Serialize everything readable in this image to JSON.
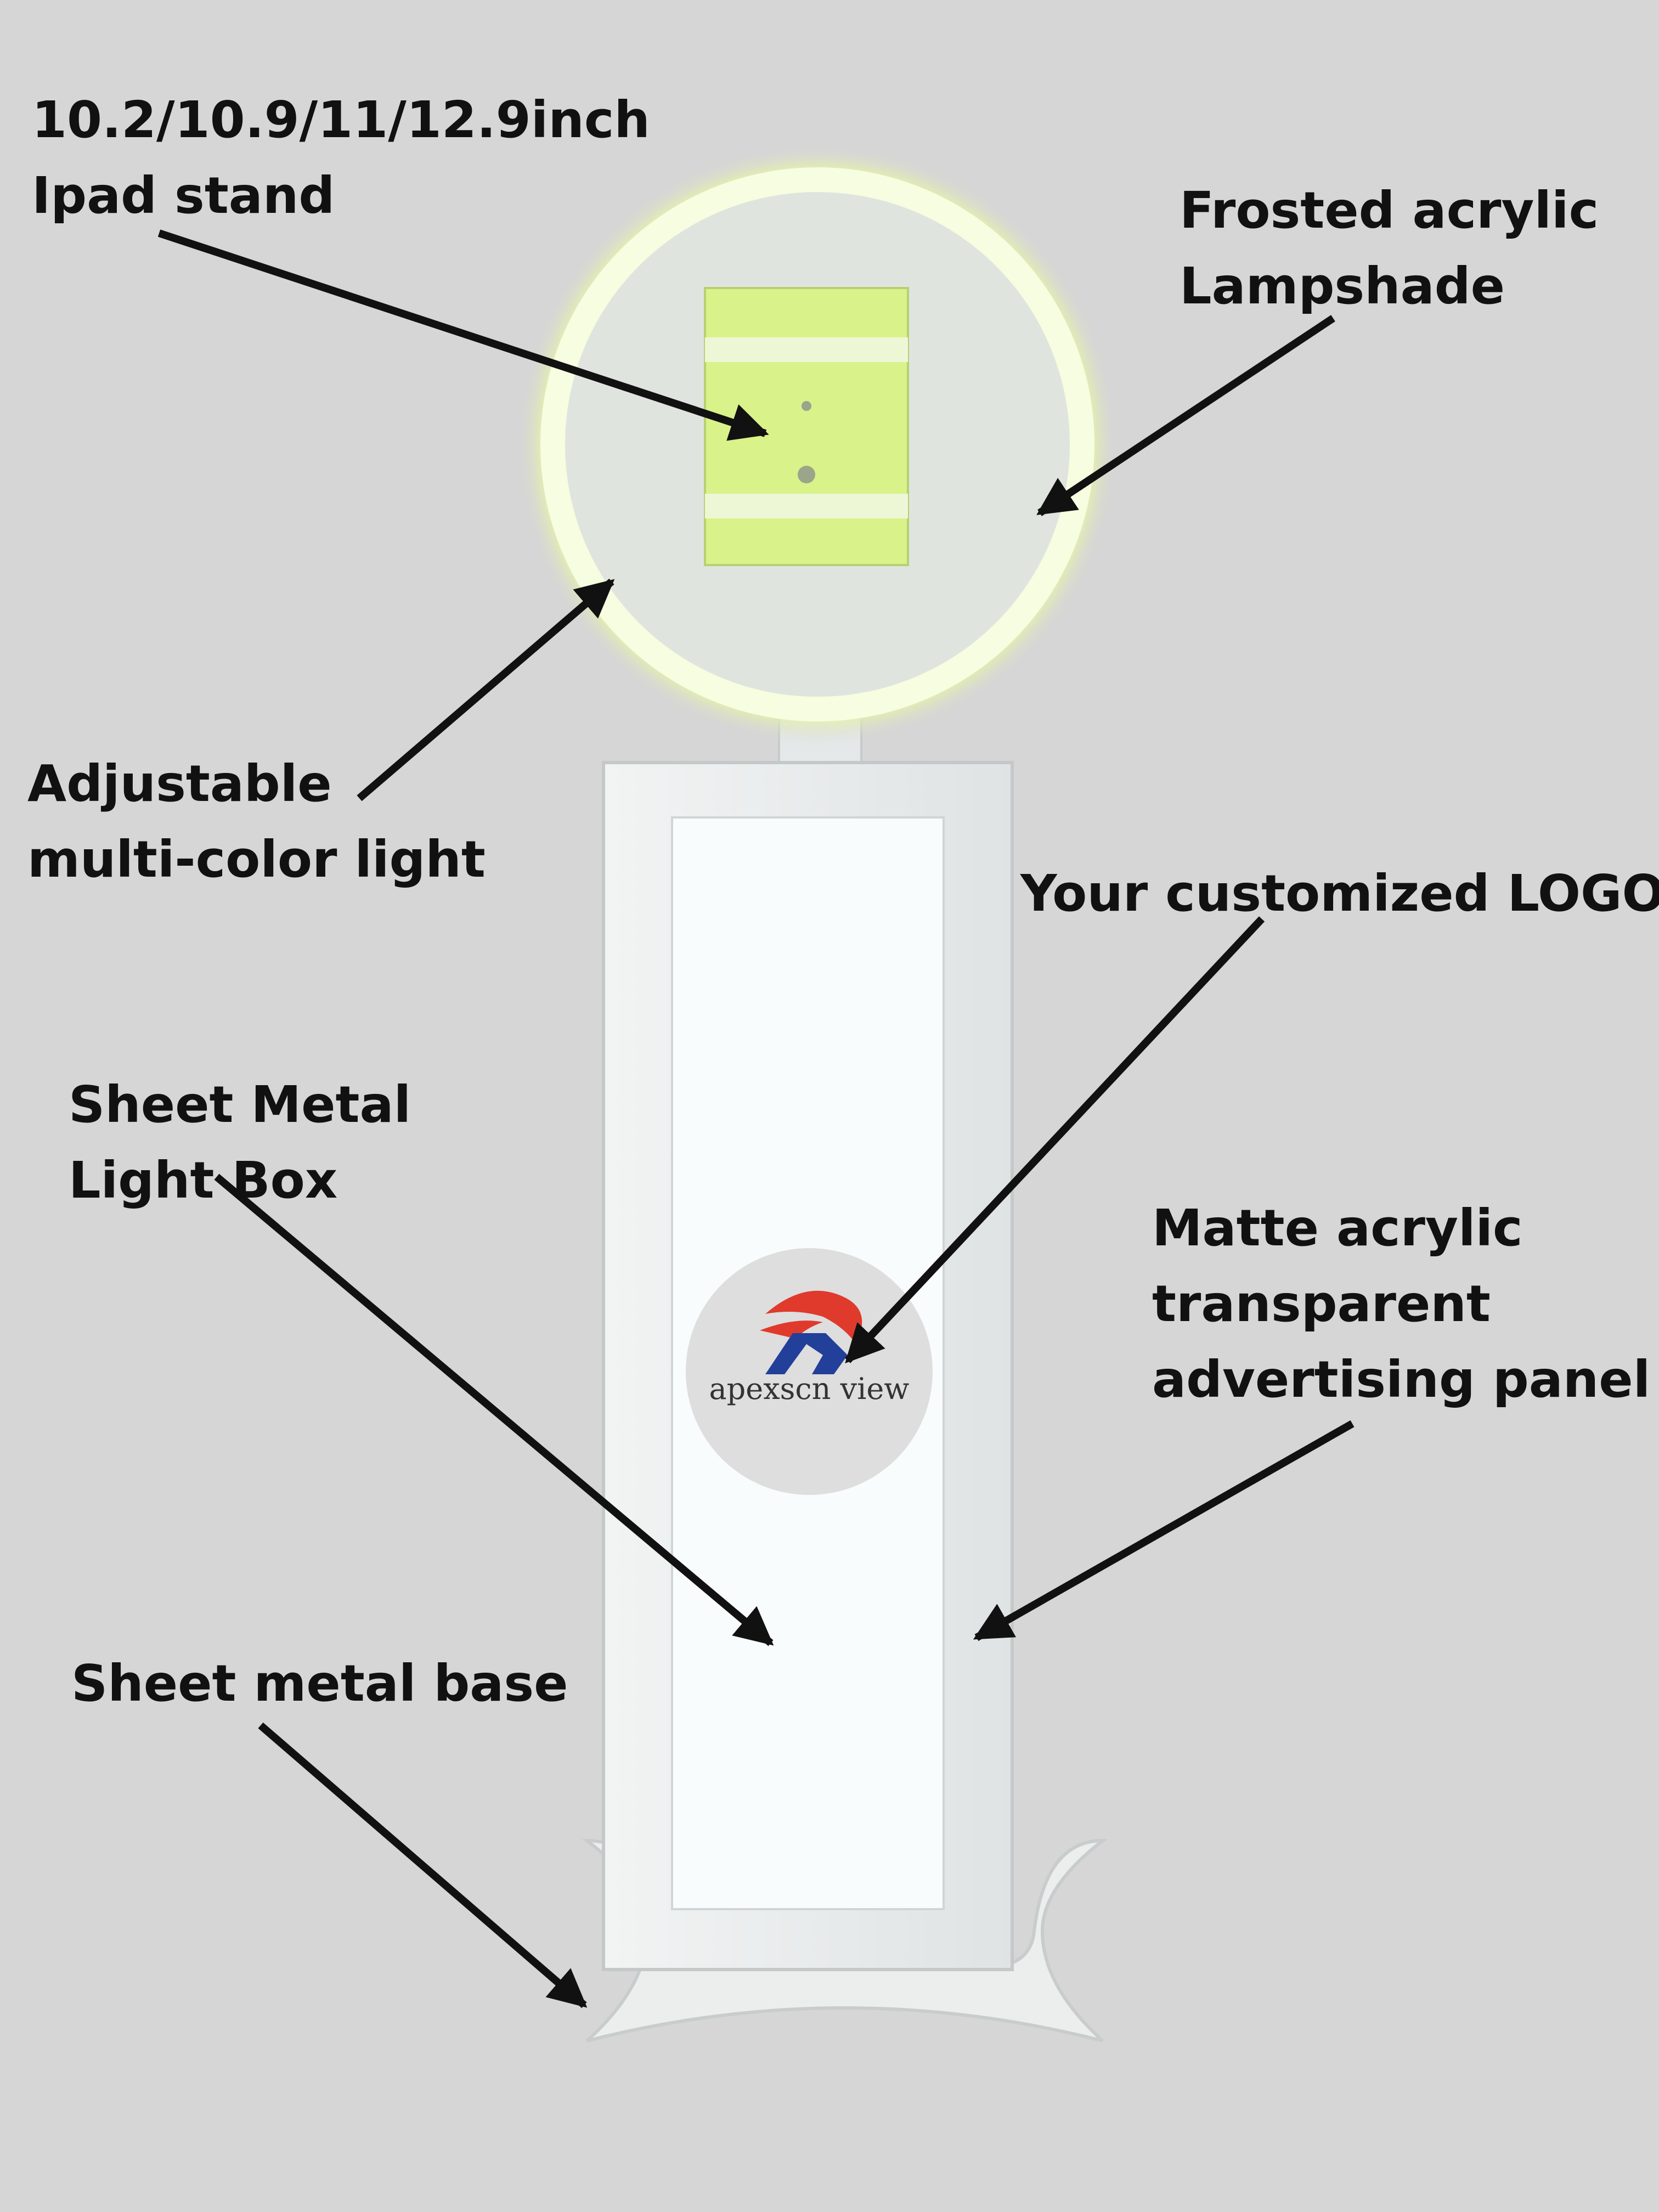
{
  "labels": {
    "ipad_stand": [
      "10.2/10.9/11/12.9inch",
      "Ipad stand"
    ],
    "lampshade": [
      "Frosted acrylic",
      "Lampshade"
    ],
    "light": [
      "Adjustable",
      "multi-color light"
    ],
    "logo": [
      "Your customized LOGO"
    ],
    "light_box": [
      "Sheet Metal",
      "Light Box"
    ],
    "panel": [
      "Matte acrylic",
      "transparent",
      "advertising panel"
    ],
    "base": [
      "Sheet metal base"
    ]
  },
  "logo_text": "apexscn view",
  "colors": {
    "background": "#d6d6d6",
    "ring_light": "#e9f7a6",
    "ipad_holder": "#d9f28a",
    "frame": "#e9ecec",
    "panel": "#f7fbfb",
    "logo_red": "#e03a2c",
    "logo_blue": "#223f9a"
  }
}
